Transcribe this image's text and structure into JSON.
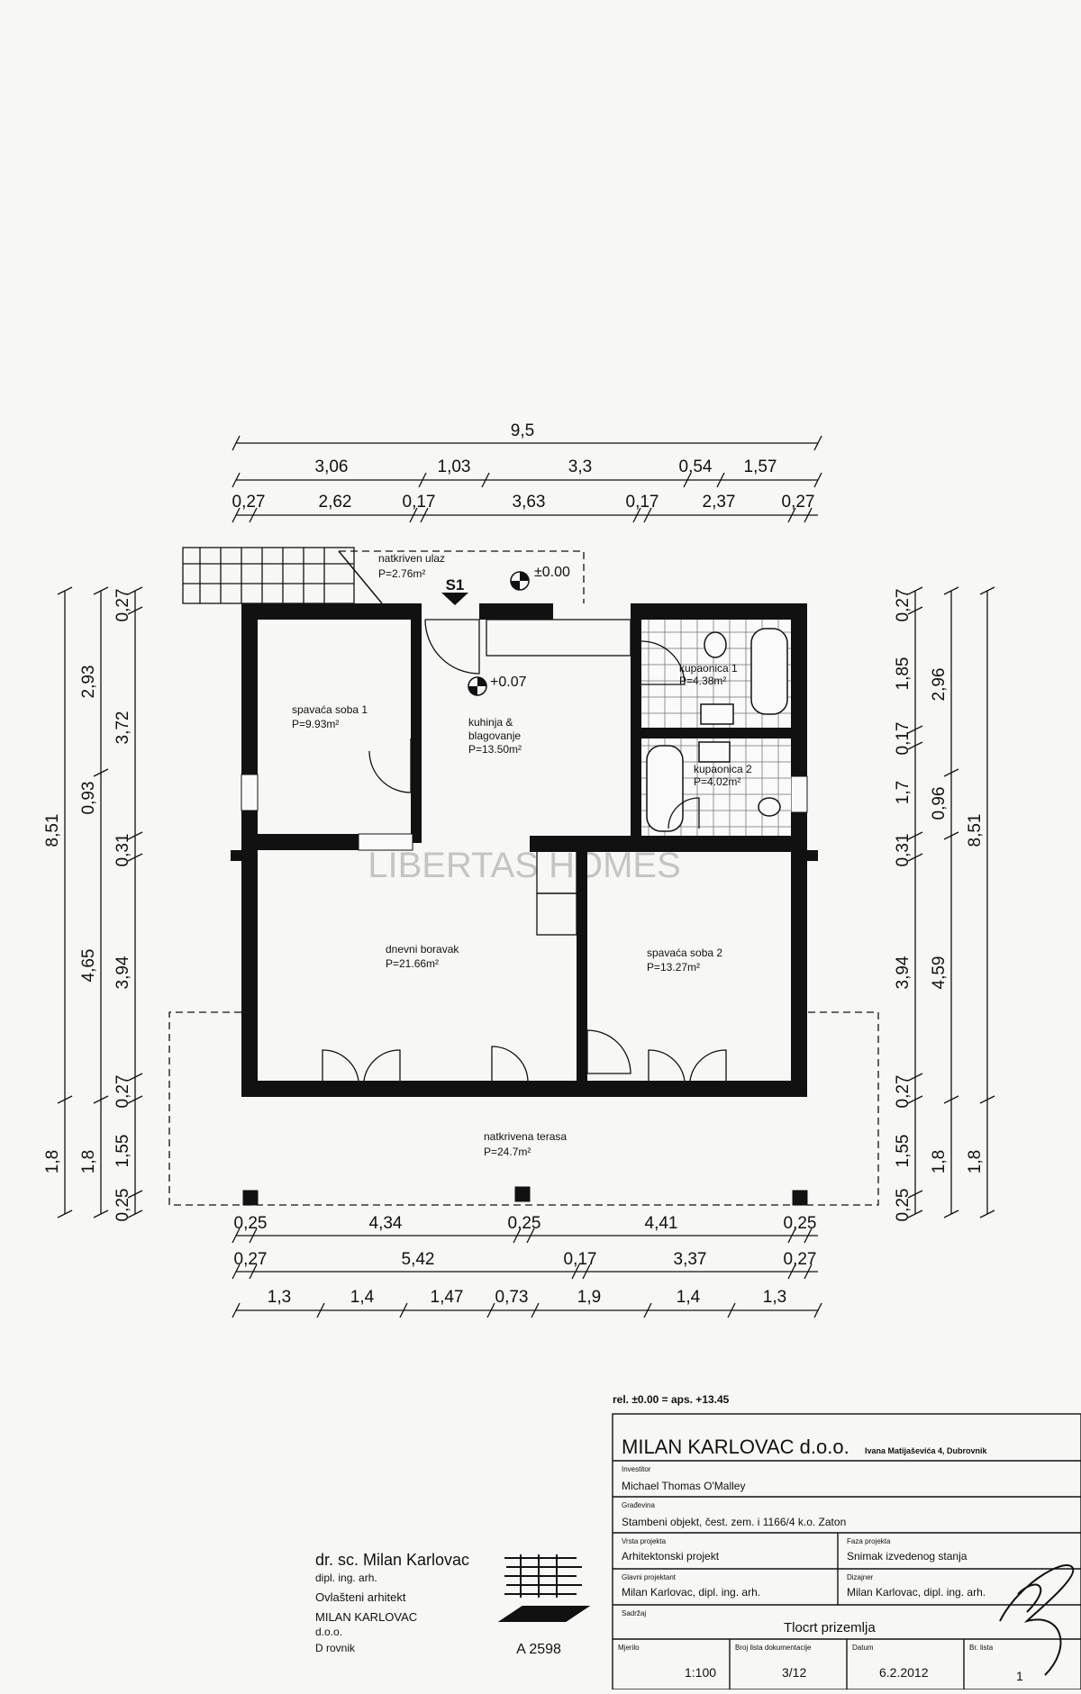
{
  "dimensions": {
    "top_overall": "9,5",
    "top_row1": [
      "3,06",
      "1,03",
      "3,3",
      "0,54",
      "1,57"
    ],
    "top_row2": [
      "0,27",
      "2,62",
      "0,17",
      "3,63",
      "0,17",
      "2,37",
      "0,27"
    ],
    "left_overall": "8,51",
    "left_col1": [
      "4,65",
      "1,8"
    ],
    "left_col1b": [
      "2,93",
      "0,93",
      "1,8"
    ],
    "left_col2": [
      "0,27",
      "3,72",
      "0,31",
      "3,94",
      "0,27",
      "1,55",
      "0,25"
    ],
    "right_overall": "8,51",
    "right_col1": [
      "2,96",
      "0,96",
      "4,59",
      "1,8"
    ],
    "right_col2": [
      "0,27",
      "1,85",
      "0,17",
      "1,7",
      "0,31",
      "3,94",
      "0,27",
      "1,55",
      "0,25"
    ],
    "bottom_row1": [
      "0,25",
      "4,34",
      "0,25",
      "4,41",
      "0,25"
    ],
    "bottom_row2": [
      "0,27",
      "5,42",
      "0,17",
      "3,37",
      "0,27"
    ],
    "bottom_row3": [
      "1,3",
      "1,4",
      "1,47",
      "0,73",
      "1,9",
      "1,4",
      "1,3"
    ]
  },
  "rooms": [
    {
      "name": "natkriven ulaz",
      "area": "P=2.76m²"
    },
    {
      "name": "spavaća soba 1",
      "area": "P=9.93m²"
    },
    {
      "name": "kuhinja & blagovanje",
      "name_line1": "kuhinja &",
      "name_line2": "blagovanje",
      "area": "P=13.50m²"
    },
    {
      "name": "kupaonica 1",
      "area": "P=4.38m²"
    },
    {
      "name": "kupaonica 2",
      "area": "P=4.02m²"
    },
    {
      "name": "dnevni boravak",
      "area": "P=21.66m²"
    },
    {
      "name": "spavaća soba 2",
      "area": "P=13.27m²"
    },
    {
      "name": "natkrivena terasa",
      "area": "P=24.7m²"
    }
  ],
  "levels": {
    "entrance": "±0.00",
    "interior": "+0.07"
  },
  "section_mark": "S1",
  "watermark": "LIBERTAS HOMES",
  "reference_note": "rel. ±0.00 = aps. +13.45",
  "architect_stamp": {
    "line1": "dr. sc. Milan Karlovac",
    "line2": "dipl. ing. arh.",
    "line3": "Ovlašteni arhitekt",
    "line4": "MILAN KARLOVAC",
    "line5": "d.o.o.",
    "line6": "D   rovnik",
    "number": "A 2598"
  },
  "title_block": {
    "company": "MILAN KARLOVAC d.o.o.",
    "address": "Ivana Matijaševića 4, Dubrovnik",
    "investor_label": "Investitor",
    "investor": "Michael Thomas O'Malley",
    "building_label": "Građevina",
    "building": "Stambeni objekt, čest. zem.       i 1166/4 k.o. Zaton",
    "project_type_label": "Vrsta projekta",
    "project_type": "Arhitektonski projekt",
    "phase_label": "Faza projekta",
    "phase": "Snimak izvedenog stanja",
    "designer_label": "Glavni projektant",
    "designer": "Milan Karlovac, dipl. ing. arh.",
    "author_label": "Dizajner",
    "author": "Milan Karlovac, dipl. ing. arh.",
    "drawing_label": "Sadržaj",
    "drawing": "Tlocrt prizemlja",
    "scale_label": "Mjerilo",
    "scale": "1:100",
    "sheet_label": "Broj lista dokumentacije",
    "sheet": "3/12",
    "date_label": "Datum",
    "date": "6.2.2012",
    "num_label": "Br. lista",
    "num": "1"
  }
}
